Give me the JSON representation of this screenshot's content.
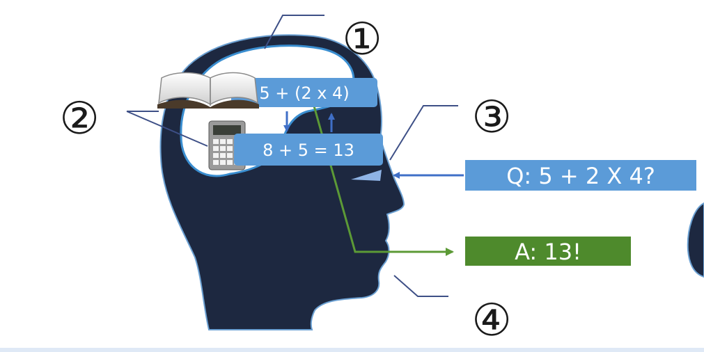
{
  "markers": {
    "m1": "①",
    "m2": "②",
    "m3": "③",
    "m4": "④"
  },
  "boxes": {
    "expression": "5 + (2 x 4)",
    "calculation": "8 + 5 = 13",
    "question": "Q: 5 + 2 X 4?",
    "answer": "A: 13!"
  },
  "colors": {
    "head": "#1d2840",
    "head_outline": "#6ba0d2",
    "brain_area": "#ffffff",
    "brain_outline": "#3a8ed0",
    "box_blue": "#5b9bd8",
    "box_green": "#4e8a2c",
    "arrow_blue": "#3f6fc7",
    "arrow_green": "#5c9a36",
    "leader_line": "#3d4f86",
    "text_light": "#ffffff",
    "marker_text": "#1a1a1a"
  },
  "icons": {
    "book": "open-book-icon",
    "calculator": "calculator-icon",
    "speaker": "speaker-silhouette"
  }
}
